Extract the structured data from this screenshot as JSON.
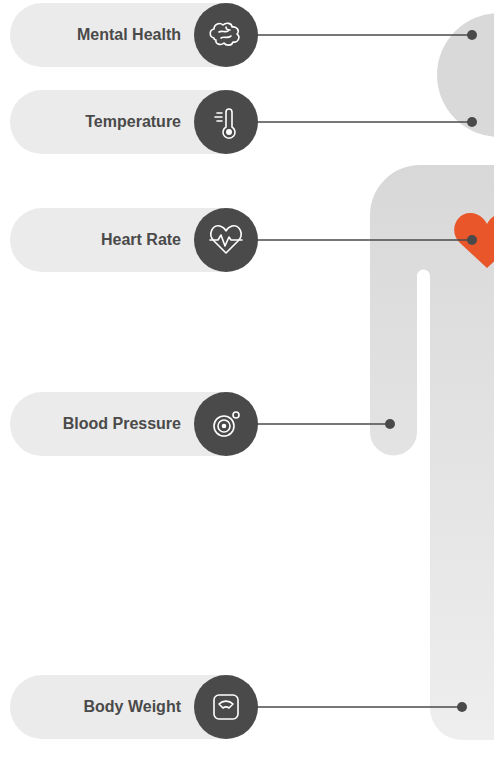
{
  "diagram": {
    "nodes": [
      {
        "text": [
          "Mental Health"
        ]
      },
      {
        "text": [
          "Temperature"
        ]
      },
      {
        "text": [
          "Heart Rate"
        ]
      },
      {
        "text": [
          "Blood Pressure"
        ]
      },
      {
        "text": [
          "Body Weight"
        ]
      }
    ]
  }
}
